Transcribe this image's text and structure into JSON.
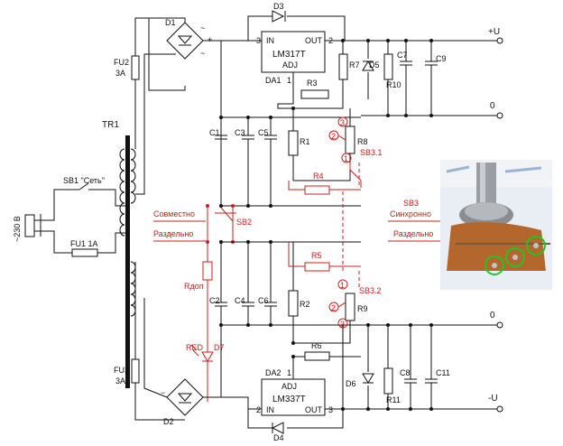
{
  "labels": {
    "d1": "D1",
    "d2": "D2",
    "d3": "D3",
    "d4": "D4",
    "d5": "D5",
    "d6": "D6",
    "d7": "D7",
    "da1": "DA1",
    "da2": "DA2",
    "lm317": "LM317T",
    "lm337": "LM337T",
    "in1": "IN",
    "out1": "OUT",
    "adj1": "ADJ",
    "in2": "IN",
    "out2": "OUT",
    "adj2": "ADJ",
    "pin3a": "3",
    "pin2a": "2",
    "pin1a": "1",
    "pin1b": "1",
    "pin2b": "2",
    "pin3b": "3",
    "fu2": "FU2",
    "fu2v": "3A",
    "fu3": "FU3",
    "fu3v": "3A",
    "fu1": "FU1 1A",
    "tr1": "TR1",
    "sb1": "SB1 \"Сеть\"",
    "mains": "~230 В",
    "c1": "C1",
    "c2": "C2",
    "c3": "C3",
    "c4": "C4",
    "c5": "C5",
    "c6": "C6",
    "c7": "C7",
    "c8": "C8",
    "c9": "C9",
    "c11": "C11",
    "r1": "R1",
    "r2": "R2",
    "r3": "R3",
    "r4": "R4",
    "r5": "R5",
    "r6": "R6",
    "r7": "R7",
    "r8": "R8",
    "r9": "R9",
    "r10": "R10",
    "r11": "R11",
    "sb2": "SB2",
    "sb31": "SB3.1",
    "sb32": "SB3.2",
    "sovm": "Совместно",
    "razd1": "Раздельно",
    "sb3": "SB3",
    "sinh": "Синхронно",
    "razd2": "Раздельно",
    "rdop": "Rдоп",
    "red": "RED",
    "plus_u": "+U",
    "minus_u": "-U",
    "zero1": "0",
    "zero2": "0",
    "n1a": "1",
    "n2a": "2",
    "n3a": "3",
    "n1b": "1",
    "n2b": "2",
    "n3b": "3",
    "tilde": "~",
    "plus": "+",
    "minus": "−"
  },
  "colors": {
    "wire": "#111111",
    "mod": "#c8201a",
    "marker": "#22c422"
  },
  "photo": {
    "description_icon": "potentiometer-photo"
  }
}
